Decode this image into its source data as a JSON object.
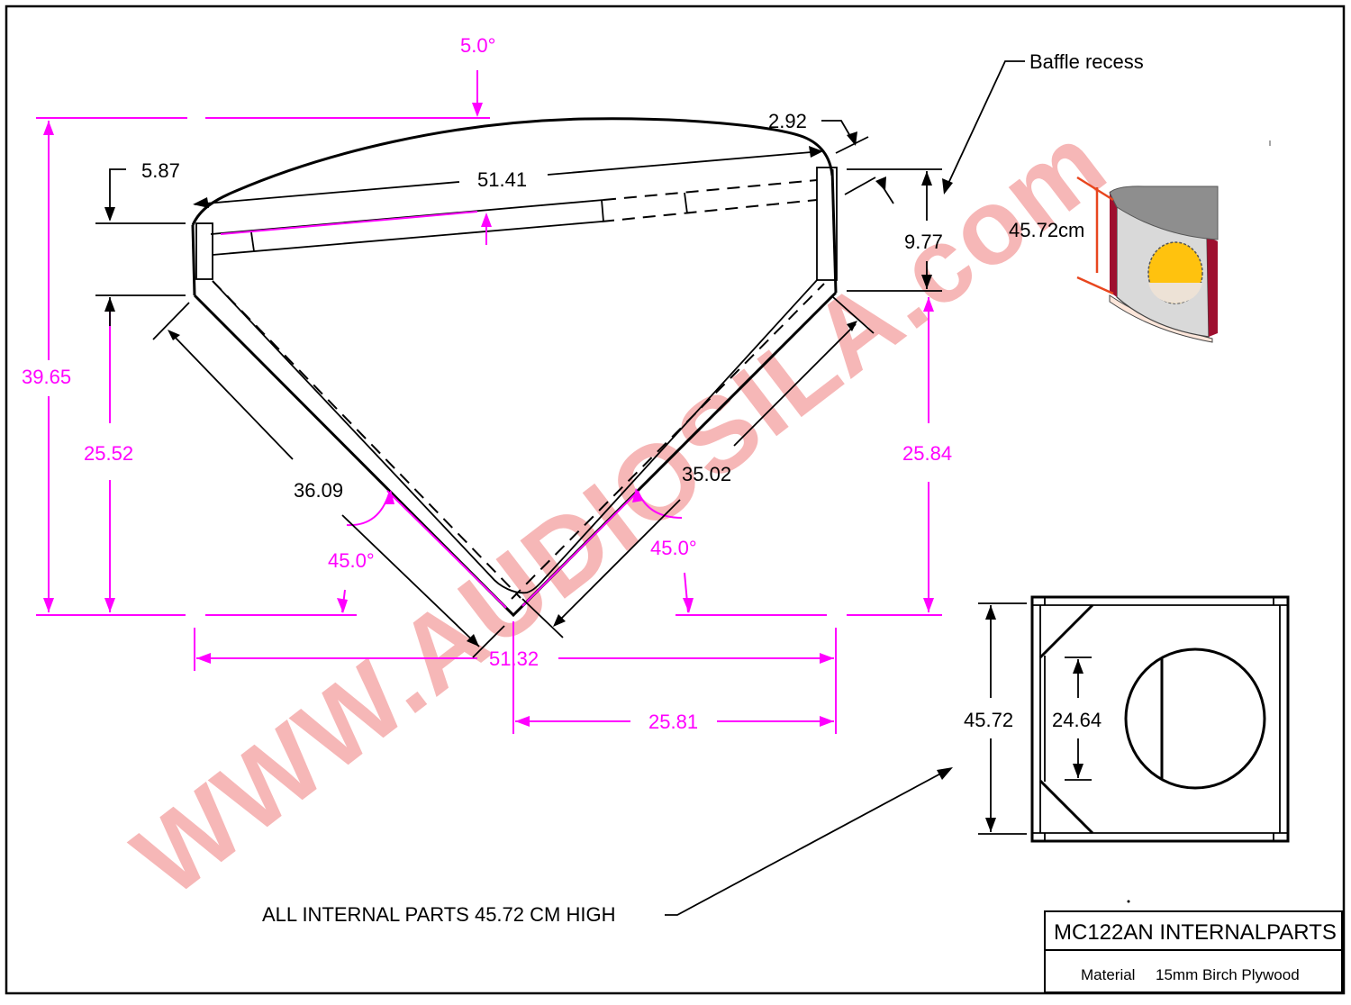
{
  "labels": {
    "baffle_recess": "Baffle recess",
    "note_all_parts": "ALL INTERNAL PARTS 45.72 CM HIGH",
    "iso_height": "45.72cm"
  },
  "dims_black": {
    "top_angle_width": "2.92",
    "left_recess": "5.87",
    "baffle_length": "51.41",
    "right_recess": "9.77",
    "left_panel": "36.09",
    "right_panel": "35.02",
    "front_height": "45.72",
    "front_port": "24.64"
  },
  "dims_magenta": {
    "top_angle": "5.0°",
    "total_height": "39.65",
    "left_height": "25.52",
    "right_height": "25.84",
    "left_angle": "45.0°",
    "right_angle": "45.0°",
    "total_width": "51.32",
    "half_width": "25.81"
  },
  "title_block": {
    "title": "MC122AN INTERNALPARTS",
    "material_label": "Material",
    "material_value": "15mm Birch Plywood"
  },
  "watermark": "WWW.AUDIOSILA.com",
  "colors": {
    "dimension": "#ff00ff",
    "watermark": "#f4a0a0",
    "iso_top": "#8e8e8e",
    "iso_side": "#9e0f2f",
    "iso_front": "#d9d9d9",
    "iso_driver": "#ffc20e",
    "iso_bottom": "#fde6da",
    "iso_marker": "#e8461e"
  }
}
